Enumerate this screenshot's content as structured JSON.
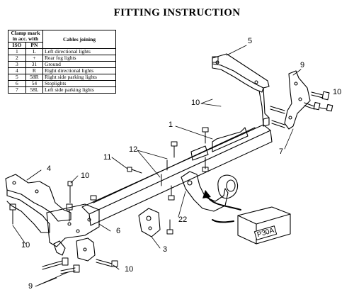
{
  "title": "FITTING INSTRUCTION",
  "table": {
    "header_clamp": "Clamp mark in acc. with",
    "header_iso": "ISO",
    "header_pn": "PN",
    "header_cables": "Cables joining",
    "rows": [
      {
        "iso": "1",
        "pn": "L",
        "cable": "Left directional lights"
      },
      {
        "iso": "2",
        "pn": "+",
        "cable": "Rear fog lights"
      },
      {
        "iso": "3",
        "pn": "31",
        "cable": "Ground"
      },
      {
        "iso": "4",
        "pn": "R",
        "cable": "Right directional lights"
      },
      {
        "iso": "5",
        "pn": "58R",
        "cable": "Right side parking lights"
      },
      {
        "iso": "6",
        "pn": "54",
        "cable": "Stoplights"
      },
      {
        "iso": "7",
        "pn": "58L",
        "cable": "Left side parking lights"
      }
    ]
  },
  "part_labels": {
    "p5": "5",
    "p9_top": "9",
    "p10_topleft": "10",
    "p10_topright": "10",
    "p1": "1",
    "p7": "7",
    "p11": "11",
    "p12": "12",
    "p4": "4",
    "p10_midleft": "10",
    "p22": "22",
    "p10_botleft": "10",
    "p6": "6",
    "p3": "3",
    "p10_bottom": "10",
    "p9_bottom": "9"
  },
  "ballbox_label": "P30A"
}
